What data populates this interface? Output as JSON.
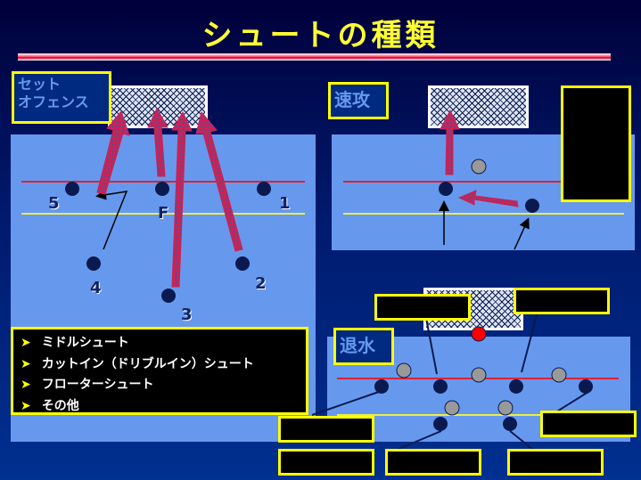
{
  "title": "シュートの種類",
  "labels": {
    "set_offense": [
      "セット",
      "オフェンス"
    ],
    "fast_break": "速攻",
    "retreat": "退水"
  },
  "players": {
    "pos5": "5",
    "posF": "F",
    "pos1": "1",
    "pos4": "4",
    "pos2": "2",
    "pos3": "3"
  },
  "legend": {
    "items": [
      "ミドルシュート",
      "カットイン（ドリブルイン）シュート",
      "フローターシュート",
      "その他"
    ]
  },
  "colors": {
    "title": "#ffff33",
    "court": "#6699ee",
    "highlight_border": "#ffff00",
    "shot_arrow": "#cc2255",
    "red_line": "#dd2233",
    "yellow_line": "#eeee44",
    "player_dark": "#0a1a50",
    "player_gray": "#999999",
    "goalkeeper": "#ff0000"
  }
}
